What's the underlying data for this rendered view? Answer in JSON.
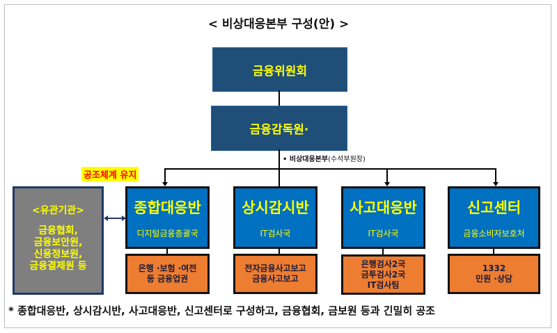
{
  "title": "< 비상대응본부 구성(안) >",
  "top_boxes": [
    "금융위원회",
    "금융감독원·"
  ],
  "hq_note": {
    "bullet": "• 비상대응본부",
    "sub": "(수석부원장)"
  },
  "cooperation_label": "공조체계 유지",
  "related": {
    "heading": "<유관기관>",
    "lines": [
      "금융협회,",
      "금융보안원,",
      "신용정보원,",
      "금융결제원 등"
    ]
  },
  "teams": [
    {
      "name": "종합대응반",
      "dept": "디지털금융총괄국",
      "tasks": [
        "은행 ·보험 ·여전",
        "등 금융업권"
      ]
    },
    {
      "name": "상시감시반",
      "dept": "IT검사국",
      "tasks": [
        "전자금융사고보고",
        "금융사고보고"
      ]
    },
    {
      "name": "사고대응반",
      "dept": "IT검사국",
      "tasks": [
        "은행검사2국",
        "금투검사2국",
        "IT검사팀"
      ]
    },
    {
      "name": "신고센터",
      "dept": "금융소비자보호처",
      "tasks": [
        "1332",
        "민원 ·상담"
      ]
    }
  ],
  "footer": "* 종합대응반, 상시감시반, 사고대응반, 신고센터로 구성하고, 금융협회, 금보원 등과 긴밀히 공조",
  "colors": {
    "navy": "#1f4e79",
    "blue": "#0070c0",
    "orange": "#ed7d31",
    "gray": "#7f7f7f",
    "yellow": "#ffff00"
  }
}
